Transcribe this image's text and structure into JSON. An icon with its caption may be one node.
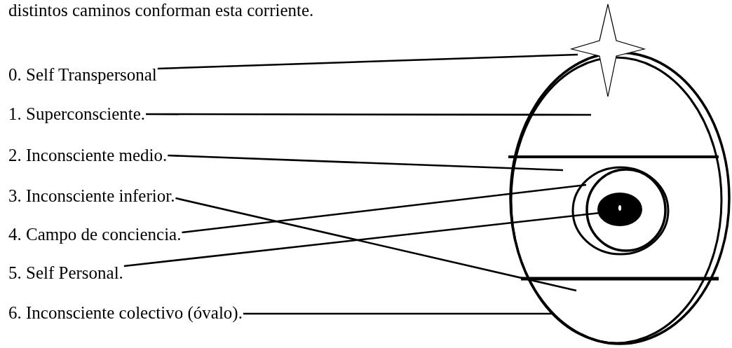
{
  "diagram": {
    "nodes": [
      {
        "text": [
          "0. Self Transpersonal"
        ]
      },
      {
        "text": [
          "1. Superconsciente."
        ]
      },
      {
        "text": [
          "2. Inconsciente medio."
        ]
      },
      {
        "text": [
          "3. Inconsciente inferior."
        ]
      },
      {
        "text": [
          "4. Campo de conciencia."
        ]
      },
      {
        "text": [
          "5. Self Personal."
        ]
      },
      {
        "text": [
          "6. Inconsciente colectivo (óvalo)."
        ]
      },
      {
        "text": [],
        "shape": "oval"
      },
      {
        "text": [],
        "shape": "star"
      },
      {
        "text": [],
        "shape": "circle",
        "in": 7
      },
      {
        "text": [],
        "shape": "circle",
        "in": 9
      }
    ],
    "edges": [
      {
        "from": 0,
        "to": 8,
        "arrow": "none"
      },
      {
        "from": 1,
        "to": null,
        "arrow": "none"
      },
      {
        "from": 2,
        "to": null,
        "arrow": "none"
      },
      {
        "from": 3,
        "to": null,
        "arrow": "none"
      },
      {
        "from": 4,
        "to": 9,
        "arrow": "none"
      },
      {
        "from": 5,
        "to": 10,
        "arrow": "none"
      },
      {
        "from": 6,
        "to": 7,
        "arrow": "none"
      }
    ],
    "labels": [
      "distintos caminos conforman esta corriente."
    ]
  }
}
